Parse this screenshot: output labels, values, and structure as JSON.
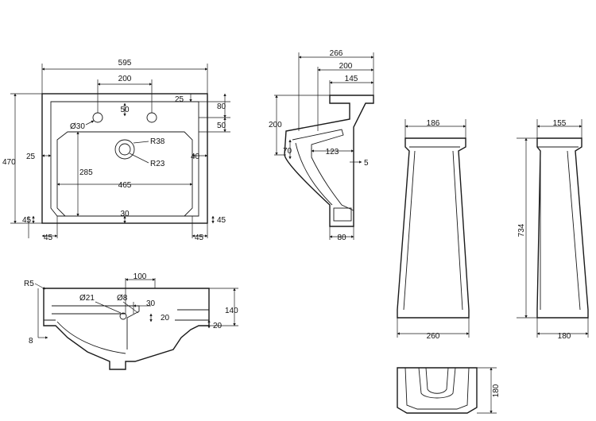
{
  "top_view": {
    "overall_width": "595",
    "overall_depth": "470",
    "tap_hole_spacing": "200",
    "rim_depth": "25",
    "tap_hole_offset": "50",
    "tap_hole_back_offset": "80",
    "tap_hole_row_offset": "50",
    "tap_hole_diameter": "Ø30",
    "side_rim_left": "25",
    "side_rim_right": "40",
    "waste_outer_radius": "R38",
    "waste_inner_radius": "R23",
    "bowl_depth": "285",
    "bowl_width": "465",
    "front_rim": "30",
    "corner_left_v": "45",
    "corner_right_v": "45",
    "corner_left_h": "45",
    "corner_right_h": "45"
  },
  "side_section": {
    "overall_depth": "266",
    "depth_200": "200",
    "depth_145": "145",
    "height_200": "200",
    "height_70": "70",
    "depth_123": "123",
    "dim_5": "5",
    "base_80": "80"
  },
  "front_section": {
    "corner_radius": "R5",
    "overflow_offset": "100",
    "hole_diameter": "Ø21",
    "hole_small": "Ø8",
    "dim_30": "30",
    "dim_20_upper": "20",
    "dim_20_lower": "20",
    "height_140": "140",
    "rim_8": "8"
  },
  "pedestal_front": {
    "top_width": "186",
    "base_width": "260"
  },
  "pedestal_side": {
    "top_width": "155",
    "height": "734",
    "base_width": "180"
  },
  "pedestal_plan": {
    "depth": "180"
  }
}
